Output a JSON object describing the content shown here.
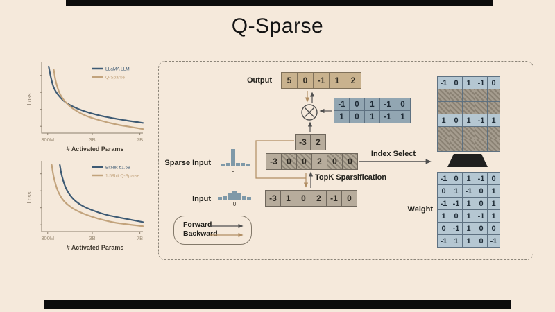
{
  "title": "Q-Sparse",
  "colors": {
    "background": "#f5e9db",
    "dark_series": "#3d5a74",
    "tan_series": "#c2a37c",
    "forward_arrow": "#4f4f4f",
    "backward_arrow": "#b08d62",
    "output_cell": "#c9b28e",
    "selected_cell": "#92a6b2",
    "weight_cell": "#b5c7d2",
    "gray_cell": "#b7ac9c"
  },
  "chart_data": [
    {
      "type": "line",
      "title": "",
      "ylabel": "Loss",
      "xlabel": "# Activated Params",
      "xticks": [
        "300M",
        "3B",
        "7B"
      ],
      "legend_position": "top-right",
      "grid": false,
      "series": [
        {
          "name": "LLaMA LLM",
          "color": "#3d5a74",
          "points": [
            [
              0.07,
              0.02
            ],
            [
              0.09,
              0.17
            ],
            [
              0.12,
              0.33
            ],
            [
              0.17,
              0.45
            ],
            [
              0.24,
              0.55
            ],
            [
              0.34,
              0.63
            ],
            [
              0.47,
              0.7
            ],
            [
              0.63,
              0.76
            ],
            [
              0.82,
              0.81
            ],
            [
              1,
              0.85
            ]
          ]
        },
        {
          "name": "Q-Sparse",
          "color": "#c2a37c",
          "points": [
            [
              0.12,
              0.07
            ],
            [
              0.14,
              0.24
            ],
            [
              0.18,
              0.42
            ],
            [
              0.24,
              0.55
            ],
            [
              0.32,
              0.65
            ],
            [
              0.43,
              0.74
            ],
            [
              0.57,
              0.81
            ],
            [
              0.73,
              0.87
            ],
            [
              0.88,
              0.91
            ],
            [
              1,
              0.94
            ]
          ]
        }
      ]
    },
    {
      "type": "line",
      "title": "",
      "ylabel": "Loss",
      "xlabel": "# Activated Params",
      "xticks": [
        "300M",
        "3B",
        "7B"
      ],
      "legend_position": "top-right",
      "grid": false,
      "series": [
        {
          "name": "BitNet b1.58",
          "color": "#3d5a74",
          "points": [
            [
              0.18,
              0.02
            ],
            [
              0.2,
              0.18
            ],
            [
              0.24,
              0.36
            ],
            [
              0.3,
              0.5
            ],
            [
              0.38,
              0.6
            ],
            [
              0.49,
              0.68
            ],
            [
              0.63,
              0.75
            ],
            [
              0.79,
              0.8
            ],
            [
              1,
              0.86
            ]
          ]
        },
        {
          "name": "1.58bit Q-Sparse",
          "color": "#c2a37c",
          "points": [
            [
              0.1,
              0.02
            ],
            [
              0.12,
              0.2
            ],
            [
              0.16,
              0.4
            ],
            [
              0.22,
              0.55
            ],
            [
              0.31,
              0.66
            ],
            [
              0.42,
              0.74
            ],
            [
              0.56,
              0.81
            ],
            [
              0.73,
              0.87
            ],
            [
              1,
              0.92
            ]
          ]
        }
      ]
    }
  ],
  "diagram": {
    "output_label": "Output",
    "output_cells": [
      "5",
      "0",
      "-1",
      "1",
      "2"
    ],
    "selected_weight_rows": [
      [
        "-1",
        "0",
        "1",
        "-1",
        "0"
      ],
      [
        "1",
        "0",
        "1",
        "-1",
        "1"
      ]
    ],
    "gated_cells": [
      "-3",
      "2"
    ],
    "sparse_input_label": "Sparse Input",
    "sparse_cells": [
      "-3",
      "0",
      "0",
      "2",
      "0",
      "0"
    ],
    "sparse_hatched": [
      false,
      true,
      true,
      false,
      true,
      true
    ],
    "topk_label": "TopK Sparsification",
    "index_select_label": "Index Select",
    "input_label": "Input",
    "input_cells": [
      "-3",
      "1",
      "0",
      "2",
      "-1",
      "0"
    ],
    "zero_tick": "0",
    "sparse_hist": [
      3,
      4,
      24,
      4,
      4,
      3
    ],
    "input_hist": [
      4,
      6,
      9,
      12,
      9,
      5,
      4
    ],
    "legend_forward": "Forward",
    "legend_backward": "Backward",
    "weight_label": "Weight",
    "weight_rows": [
      [
        "-1",
        "0",
        "1",
        "-1",
        "0"
      ],
      [
        "0",
        "1",
        "-1",
        "0",
        "1"
      ],
      [
        "-1",
        "-1",
        "1",
        "0",
        "1"
      ],
      [
        "1",
        "0",
        "1",
        "-1",
        "1"
      ],
      [
        "0",
        "-1",
        "1",
        "0",
        "0"
      ],
      [
        "-1",
        "1",
        "1",
        "0",
        "-1"
      ]
    ],
    "indexed_rows": [
      [
        "-1",
        "0",
        "1",
        "-1",
        "0"
      ],
      null,
      null,
      [
        "1",
        "0",
        "1",
        "-1",
        "1"
      ],
      null,
      null
    ]
  }
}
